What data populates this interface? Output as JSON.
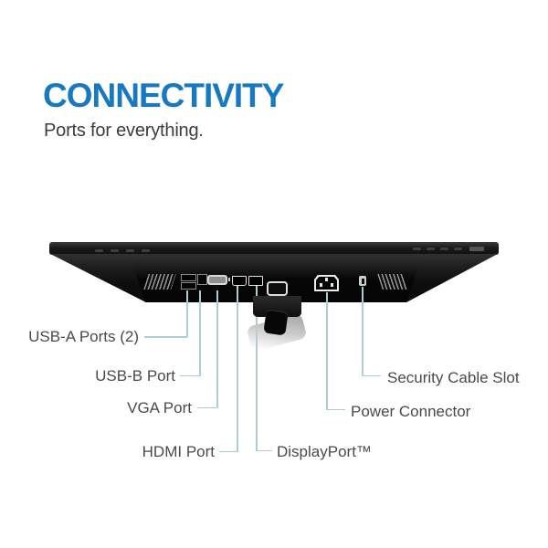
{
  "header": {
    "title": "CONNECTIVITY",
    "subtitle": "Ports for everything."
  },
  "colors": {
    "title_blue": "#1779bf",
    "subtitle_gray": "#3d3d3d",
    "label_gray": "#4a4a4a",
    "leader_line_blue": "#aecdd3",
    "monitor_black": "#0d0d0d",
    "vga_port_silver": "#d8d8d8"
  },
  "diagram": {
    "labels": {
      "usb_a": "USB-A Ports (2)",
      "usb_b": "USB-B Port",
      "vga": "VGA Port",
      "hdmi": "HDMI Port",
      "displayport": "DisplayPort™",
      "power": "Power Connector",
      "security": "Security Cable Slot"
    },
    "ports": [
      "usb-a-port-1",
      "usb-a-port-2",
      "usb-b-port",
      "vga-port",
      "hdmi-port",
      "displayport",
      "power-connector",
      "security-cable-slot"
    ]
  }
}
